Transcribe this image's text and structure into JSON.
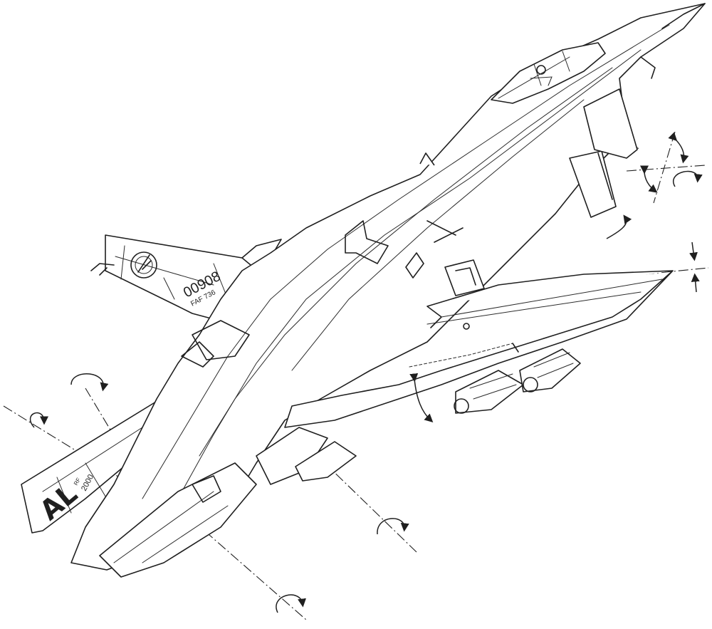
{
  "image_type": "line-art technical sketch",
  "subject": "jet fighter, underside view with control surface deflection arrows",
  "markings": {
    "fin_serial": "00908",
    "fin_code": "FAF 736",
    "tail_code": "AL",
    "tail_small_1": "RF",
    "tail_small_2": "2000"
  },
  "palette": {
    "ink": "#1f1f1f",
    "paper": "#ffffff"
  },
  "annotations": {
    "rotation_arrow_count": 6,
    "angle_arrow_count": 3
  }
}
